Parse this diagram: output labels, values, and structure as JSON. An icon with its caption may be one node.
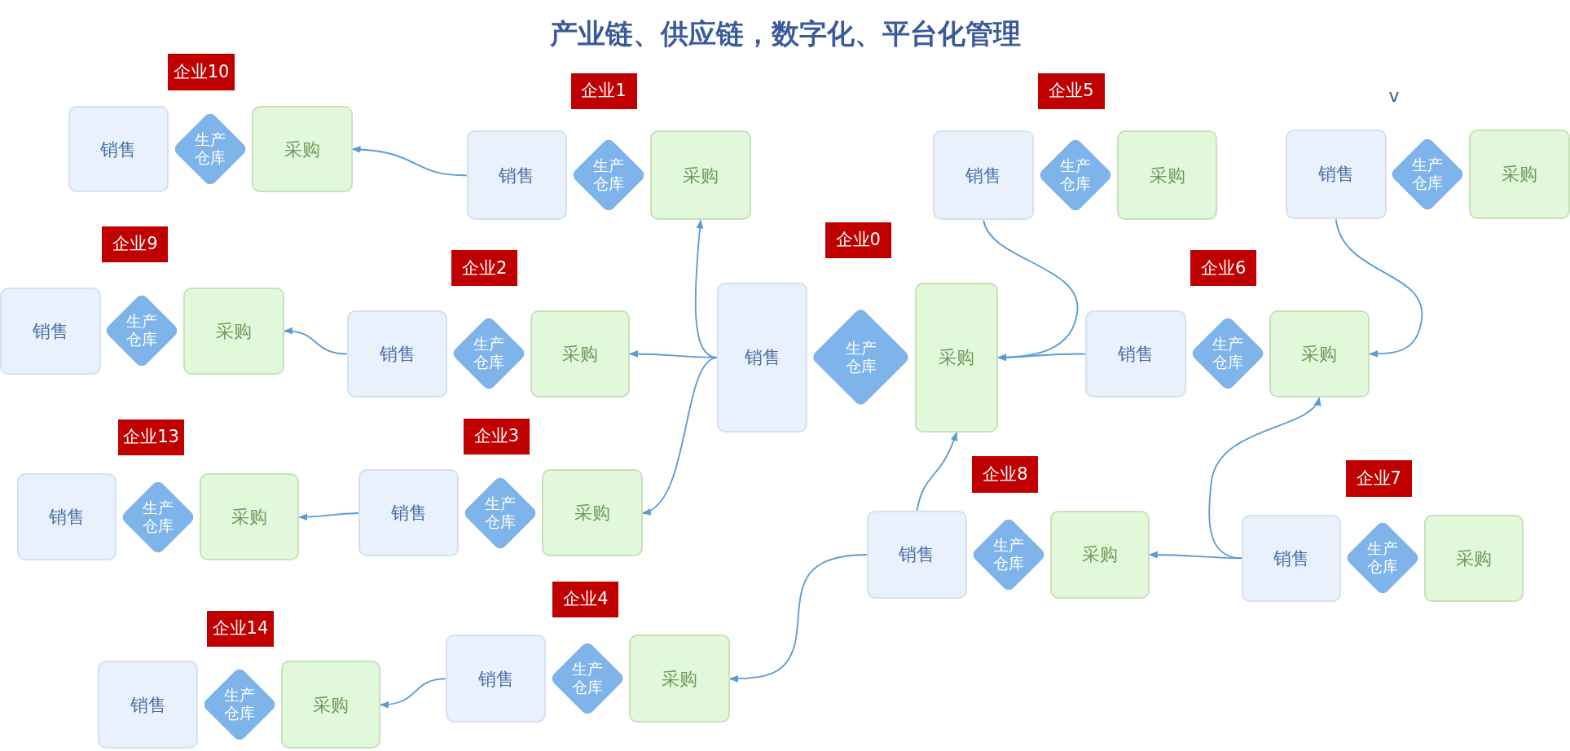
{
  "diagram": {
    "title": "产业链、供应链，数字化、平台化管理",
    "nodes": [
      {
        "text": [
          "企业10"
        ]
      },
      {
        "text": [
          "销售"
        ]
      },
      {
        "text": [
          "生产仓库"
        ]
      },
      {
        "text": [
          "采购"
        ]
      },
      {
        "text": [
          "企业1"
        ]
      },
      {
        "text": [
          "销售"
        ]
      },
      {
        "text": [
          "生产仓库"
        ]
      },
      {
        "text": [
          "采购"
        ]
      },
      {
        "text": [
          "企业5"
        ]
      },
      {
        "text": [
          "销售"
        ]
      },
      {
        "text": [
          "生产仓库"
        ]
      },
      {
        "text": [
          "采购"
        ]
      },
      {
        "text": [
          "销售"
        ]
      },
      {
        "text": [
          "生产仓库"
        ]
      },
      {
        "text": [
          "采购"
        ]
      },
      {
        "text": [
          "企业0"
        ]
      },
      {
        "text": [
          "销售"
        ]
      },
      {
        "text": [
          "生产仓库"
        ]
      },
      {
        "text": [
          "采购"
        ]
      },
      {
        "text": [
          "企业9"
        ]
      },
      {
        "text": [
          "销售"
        ]
      },
      {
        "text": [
          "生产仓库"
        ]
      },
      {
        "text": [
          "采购"
        ]
      },
      {
        "text": [
          "企业2"
        ]
      },
      {
        "text": [
          "销售"
        ]
      },
      {
        "text": [
          "生产仓库"
        ]
      },
      {
        "text": [
          "采购"
        ]
      },
      {
        "text": [
          "企业6"
        ]
      },
      {
        "text": [
          "销售"
        ]
      },
      {
        "text": [
          "生产仓库"
        ]
      },
      {
        "text": [
          "采购"
        ]
      },
      {
        "text": [
          "企业13"
        ]
      },
      {
        "text": [
          "销售"
        ]
      },
      {
        "text": [
          "生产仓库"
        ]
      },
      {
        "text": [
          "采购"
        ]
      },
      {
        "text": [
          "企业3"
        ]
      },
      {
        "text": [
          "销售"
        ]
      },
      {
        "text": [
          "生产仓库"
        ]
      },
      {
        "text": [
          "采购"
        ]
      },
      {
        "text": [
          "企业8"
        ]
      },
      {
        "text": [
          "销售"
        ]
      },
      {
        "text": [
          "生产仓库"
        ]
      },
      {
        "text": [
          "采购"
        ]
      },
      {
        "text": [
          "企业7"
        ]
      },
      {
        "text": [
          "销售"
        ]
      },
      {
        "text": [
          "生产仓库"
        ]
      },
      {
        "text": [
          "采购"
        ]
      },
      {
        "text": [
          "企业14"
        ]
      },
      {
        "text": [
          "销售"
        ]
      },
      {
        "text": [
          "生产仓库"
        ]
      },
      {
        "text": [
          "采购"
        ]
      },
      {
        "text": [
          "企业4"
        ]
      },
      {
        "text": [
          "销售"
        ]
      },
      {
        "text": [
          "生产仓库"
        ]
      },
      {
        "text": [
          "采购"
        ]
      }
    ],
    "edges": [
      {
        "from": 5,
        "to": 3,
        "arrow": "to"
      },
      {
        "from": 16,
        "to": 7,
        "arrow": "to"
      },
      {
        "from": 16,
        "to": 26,
        "arrow": "to"
      },
      {
        "from": 16,
        "to": 38,
        "arrow": "to"
      },
      {
        "from": 24,
        "to": 22,
        "arrow": "to"
      },
      {
        "from": 36,
        "to": 34,
        "arrow": "to"
      },
      {
        "from": 9,
        "to": 18,
        "arrow": "to"
      },
      {
        "from": 28,
        "to": 18,
        "arrow": "to"
      },
      {
        "from": 12,
        "to": 30,
        "arrow": "to"
      },
      {
        "from": 40,
        "to": 18,
        "arrow": "to"
      },
      {
        "from": 44,
        "to": 42,
        "arrow": "to"
      },
      {
        "from": 44,
        "to": 30,
        "arrow": "to"
      },
      {
        "from": 40,
        "to": 54,
        "arrow": "to"
      },
      {
        "from": 52,
        "to": 50,
        "arrow": "to"
      }
    ],
    "labels": [
      "v"
    ]
  }
}
